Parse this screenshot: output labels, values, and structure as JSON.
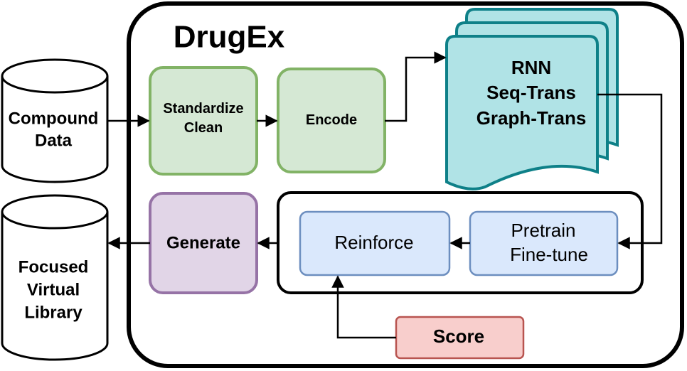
{
  "diagram": {
    "title": "DrugEx",
    "compound_data": [
      "Compound",
      "Data"
    ],
    "standardize_clean": [
      "Standardize",
      "Clean"
    ],
    "encode": "Encode",
    "models": [
      "RNN",
      "Seq-Trans",
      "Graph-Trans"
    ],
    "generate": "Generate",
    "reinforce": "Reinforce",
    "pretrain_finetune": [
      "Pretrain",
      "Fine-tune"
    ],
    "score": "Score",
    "library": [
      "Focused",
      "Virtual",
      "Library"
    ]
  },
  "colors": {
    "green_fill": "#d5e8d4",
    "green_stroke": "#82b366",
    "purple_fill": "#e1d5e7",
    "purple_stroke": "#9673a6",
    "blue_fill": "#dae8fc",
    "blue_stroke": "#6c8ebf",
    "red_fill": "#f8cecc",
    "red_stroke": "#b85450",
    "teal_fill": "#b0e3e6",
    "teal_stroke": "#0e8088"
  }
}
